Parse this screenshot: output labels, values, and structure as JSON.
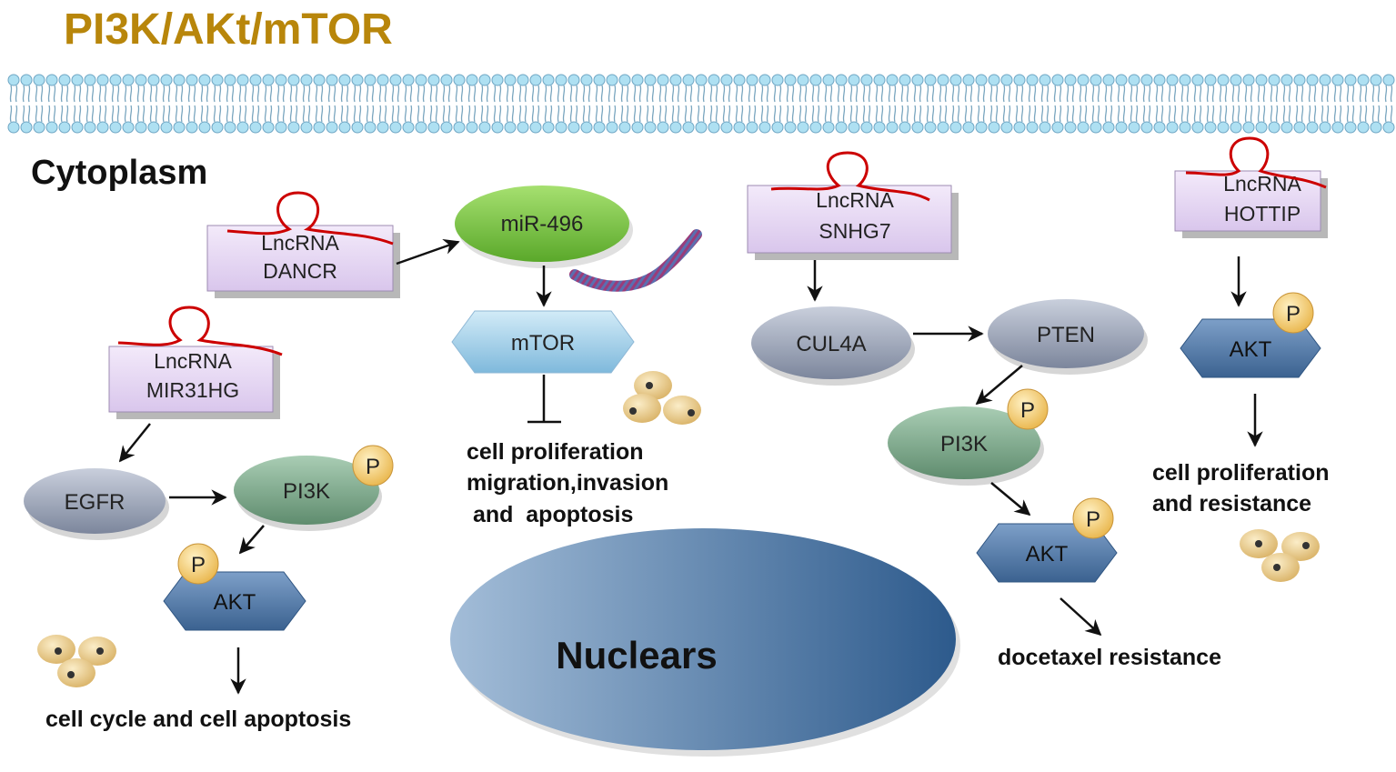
{
  "title": "PI3K/AKt/mTOR",
  "region_label": "Cytoplasm",
  "nucleus_label": "Nuclears",
  "colors": {
    "title": "#b8860b",
    "rna_box": "#e3d3f0",
    "rna_strand": "#cc0000",
    "membrane_head": "#9fd3ea",
    "node_gray": "#8f98ad",
    "node_green": "#7fa98d",
    "node_lime": "#7fc84a",
    "hex_akt": "#4f77a8",
    "hex_mtor": "#a8d2ea",
    "phospho": "#f5c860",
    "nucleus": "#4a72a2",
    "cell": "#e8c87c"
  },
  "lncrnas": {
    "dancr": {
      "line1": "LncRNA",
      "line2": "DANCR"
    },
    "mir31hg": {
      "line1": "LncRNA",
      "line2": "MIR31HG"
    },
    "snhg7": {
      "line1": "LncRNA",
      "line2": "SNHG7"
    },
    "hottip": {
      "line1": "LncRNA",
      "line2": "HOTTIP"
    }
  },
  "nodes": {
    "mir496": "miR-496",
    "mtor": "mTOR",
    "egfr": "EGFR",
    "pi3k_left": "PI3K",
    "akt_left": "AKT",
    "cul4a": "CUL4A",
    "pten": "PTEN",
    "pi3k_right": "PI3K",
    "akt_mid": "AKT",
    "akt_right": "AKT",
    "phospho_label": "P"
  },
  "outcomes": {
    "mtor": [
      "cell proliferation",
      "migration,invasion",
      " and  apoptosis"
    ],
    "mir31hg": "cell cycle and cell apoptosis",
    "snhg7": "docetaxel resistance",
    "hottip": [
      "cell proliferation",
      "and resistance"
    ]
  }
}
